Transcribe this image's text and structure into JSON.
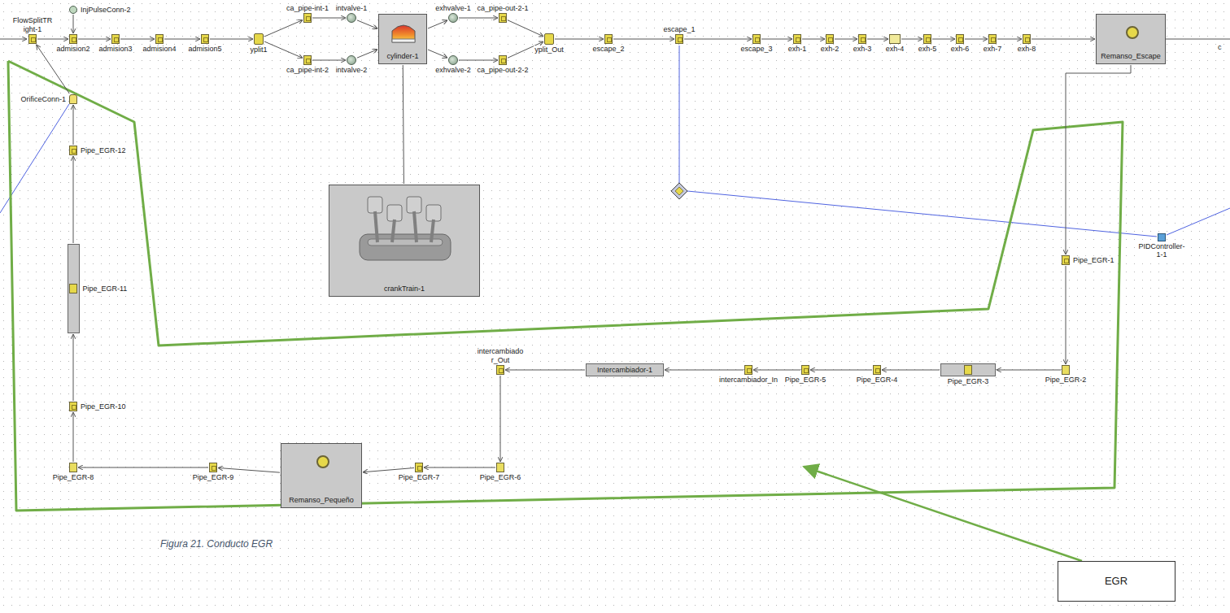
{
  "diagram": {
    "caption": "Figura 21. Conducto EGR",
    "nodes": [
      {
        "text": [
          "InjPulseConn-2"
        ]
      },
      {
        "text": [
          "FlowSplitTRight-1"
        ]
      },
      {
        "text": [
          "admision2"
        ]
      },
      {
        "text": [
          "admision3"
        ]
      },
      {
        "text": [
          "admision4"
        ]
      },
      {
        "text": [
          "admision5"
        ]
      },
      {
        "text": [
          "yplit1"
        ]
      },
      {
        "text": [
          "ca_pipe-int-1"
        ]
      },
      {
        "text": [
          "ca_pipe-int-2"
        ]
      },
      {
        "text": [
          "intvalve-1"
        ]
      },
      {
        "text": [
          "intvalve-2"
        ]
      },
      {
        "text": [
          "cylinder-1"
        ]
      },
      {
        "text": [
          "exhvalve-1"
        ]
      },
      {
        "text": [
          "exhvalve-2"
        ]
      },
      {
        "text": [
          "ca_pipe-out-2-1"
        ]
      },
      {
        "text": [
          "ca_pipe-out-2-2"
        ]
      },
      {
        "text": [
          "yplit_Out"
        ]
      },
      {
        "text": [
          "escape_2"
        ]
      },
      {
        "text": [
          "escape_1"
        ]
      },
      {
        "text": [
          "escape_3"
        ]
      },
      {
        "text": [
          "exh-1"
        ]
      },
      {
        "text": [
          "exh-2"
        ]
      },
      {
        "text": [
          "exh-3"
        ]
      },
      {
        "text": [
          "exh-4"
        ]
      },
      {
        "text": [
          "exh-5"
        ]
      },
      {
        "text": [
          "exh-6"
        ]
      },
      {
        "text": [
          "exh-7"
        ]
      },
      {
        "text": [
          "exh-8"
        ]
      },
      {
        "text": [
          "Remanso_Escape"
        ]
      },
      {
        "text": [
          "crankTrain-1"
        ]
      },
      {
        "text": [
          "OrificeConn-1"
        ]
      },
      {
        "text": [
          "Pipe_EGR-12"
        ]
      },
      {
        "text": [
          "Pipe_EGR-11"
        ]
      },
      {
        "text": [
          "Pipe_EGR-10"
        ]
      },
      {
        "text": [
          "Pipe_EGR-8"
        ]
      },
      {
        "text": [
          "Pipe_EGR-9"
        ]
      },
      {
        "text": [
          "Remanso_Pequeño"
        ]
      },
      {
        "text": [
          "Pipe_EGR-7"
        ]
      },
      {
        "text": [
          "Pipe_EGR-6"
        ]
      },
      {
        "text": [
          "intercambiador_Out"
        ]
      },
      {
        "text": [
          "Intercambiador-1"
        ]
      },
      {
        "text": [
          "intercambiador_In"
        ]
      },
      {
        "text": [
          "Pipe_EGR-5"
        ]
      },
      {
        "text": [
          "Pipe_EGR-4"
        ]
      },
      {
        "text": [
          "Pipe_EGR-3"
        ]
      },
      {
        "text": [
          "Pipe_EGR-2"
        ]
      },
      {
        "text": [
          "Pipe_EGR-1"
        ]
      },
      {
        "text": [
          "PIDController-1-1"
        ]
      },
      {
        "text": [
          "EGR"
        ]
      }
    ],
    "edges": [
      {
        "from": 0,
        "to": 2,
        "arrow": "to"
      },
      {
        "from": 1,
        "to": 2,
        "arrow": "to"
      },
      {
        "from": 2,
        "to": 3,
        "arrow": "to"
      },
      {
        "from": 3,
        "to": 4,
        "arrow": "to"
      },
      {
        "from": 4,
        "to": 5,
        "arrow": "to"
      },
      {
        "from": 5,
        "to": 6,
        "arrow": "to"
      },
      {
        "from": 6,
        "to": 7,
        "arrow": "to"
      },
      {
        "from": 6,
        "to": 8,
        "arrow": "to"
      },
      {
        "from": 7,
        "to": 9,
        "arrow": "to"
      },
      {
        "from": 8,
        "to": 10,
        "arrow": "to"
      },
      {
        "from": 9,
        "to": 11,
        "arrow": "to"
      },
      {
        "from": 10,
        "to": 11,
        "arrow": "to"
      },
      {
        "from": 11,
        "to": 12,
        "arrow": "to"
      },
      {
        "from": 11,
        "to": 13,
        "arrow": "to"
      },
      {
        "from": 12,
        "to": 14,
        "arrow": "to"
      },
      {
        "from": 13,
        "to": 15,
        "arrow": "to"
      },
      {
        "from": 14,
        "to": 16,
        "arrow": "to"
      },
      {
        "from": 15,
        "to": 16,
        "arrow": "to"
      },
      {
        "from": 16,
        "to": 17,
        "arrow": "to"
      },
      {
        "from": 17,
        "to": 18,
        "arrow": "to"
      },
      {
        "from": 18,
        "to": 19,
        "arrow": "to"
      },
      {
        "from": 19,
        "to": 20,
        "arrow": "to"
      },
      {
        "from": 20,
        "to": 21,
        "arrow": "to"
      },
      {
        "from": 21,
        "to": 22,
        "arrow": "to"
      },
      {
        "from": 22,
        "to": 23,
        "arrow": "to"
      },
      {
        "from": 23,
        "to": 24,
        "arrow": "to"
      },
      {
        "from": 24,
        "to": 25,
        "arrow": "to"
      },
      {
        "from": 25,
        "to": 26,
        "arrow": "to"
      },
      {
        "from": 26,
        "to": 27,
        "arrow": "to"
      },
      {
        "from": 27,
        "to": 28,
        "arrow": "to"
      },
      {
        "from": 28,
        "to": 46,
        "arrow": "to"
      },
      {
        "from": 46,
        "to": 45,
        "arrow": "to"
      },
      {
        "from": 45,
        "to": 44,
        "arrow": "to"
      },
      {
        "from": 44,
        "to": 43,
        "arrow": "to"
      },
      {
        "from": 43,
        "to": 42,
        "arrow": "to"
      },
      {
        "from": 42,
        "to": 41,
        "arrow": "to"
      },
      {
        "from": 41,
        "to": 40,
        "arrow": "to"
      },
      {
        "from": 40,
        "to": 39,
        "arrow": "to"
      },
      {
        "from": 39,
        "to": 38,
        "arrow": "to"
      },
      {
        "from": 38,
        "to": 37,
        "arrow": "to"
      },
      {
        "from": 37,
        "to": 36,
        "arrow": "to"
      },
      {
        "from": 36,
        "to": 35,
        "arrow": "to"
      },
      {
        "from": 35,
        "to": 34,
        "arrow": "to"
      },
      {
        "from": 34,
        "to": 33,
        "arrow": "to"
      },
      {
        "from": 33,
        "to": 32,
        "arrow": "to"
      },
      {
        "from": 32,
        "to": 31,
        "arrow": "to"
      },
      {
        "from": 31,
        "to": 30,
        "arrow": "to"
      },
      {
        "from": 30,
        "to": 1,
        "arrow": "to"
      },
      {
        "from": 11,
        "to": 29,
        "arrow": "none"
      }
    ],
    "labels": [
      "c"
    ]
  }
}
